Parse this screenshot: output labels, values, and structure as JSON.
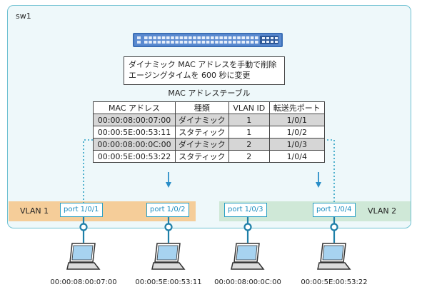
{
  "switch": {
    "name": "sw1"
  },
  "note": {
    "line1": "ダイナミック MAC アドレスを手動で削除",
    "line2": "エージングタイムを 600 秒に変更"
  },
  "mac_table": {
    "title": "MAC アドレステーブル",
    "headers": [
      "MAC アドレス",
      "種類",
      "VLAN ID",
      "転送先ポート"
    ],
    "rows": [
      {
        "mac": "00:00:08:00:07:00",
        "type": "ダイナミック",
        "vlan": "1",
        "port": "1/0/1"
      },
      {
        "mac": "00:00:5E:00:53:11",
        "type": "スタティック",
        "vlan": "1",
        "port": "1/0/2"
      },
      {
        "mac": "00:00:08:00:0C:00",
        "type": "ダイナミック",
        "vlan": "2",
        "port": "1/0/3"
      },
      {
        "mac": "00:00:5E:00:53:22",
        "type": "スタティック",
        "vlan": "2",
        "port": "1/0/4"
      }
    ]
  },
  "vlans": [
    {
      "label": "VLAN 1",
      "color": "#f5cd99"
    },
    {
      "label": "VLAN 2",
      "color": "#cfe8d7"
    }
  ],
  "ports": [
    "port 1/0/1",
    "port 1/0/2",
    "port 1/0/3",
    "port 1/0/4"
  ],
  "hosts": [
    {
      "mac": "00:00:08:00:07:00"
    },
    {
      "mac": "00:00:5E:00:53:11"
    },
    {
      "mac": "00:00:08:00:0C:00"
    },
    {
      "mac": "00:00:5E:00:53:22"
    }
  ],
  "colors": {
    "accent": "#2aa0c4",
    "switch_border": "#6fc1d2",
    "switch_bg": "#eef8fa",
    "device_blue": "#3b6fb6"
  }
}
